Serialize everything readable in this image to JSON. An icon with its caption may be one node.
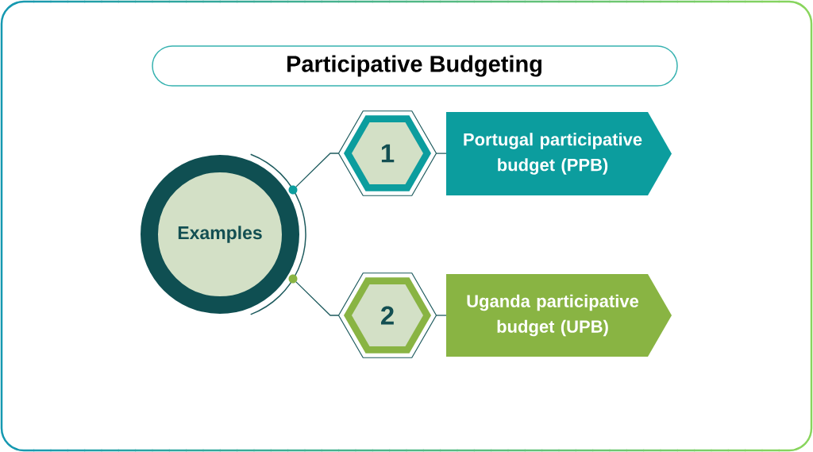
{
  "diagram": {
    "title": "Participative Budgeting",
    "nodes": [
      {
        "text": [
          "Examples"
        ]
      },
      {
        "text": [
          "1"
        ]
      },
      {
        "text": [
          "Portugal participative budget (PPB)"
        ]
      },
      {
        "text": [
          "2"
        ]
      },
      {
        "text": [
          "Uganda participative budget (UPB)"
        ]
      }
    ],
    "edges": [
      {
        "from": 0,
        "to": 1,
        "arrow": "none"
      },
      {
        "from": 1,
        "to": 2,
        "arrow": "none"
      },
      {
        "from": 0,
        "to": 3,
        "arrow": "none"
      },
      {
        "from": 3,
        "to": 4,
        "arrow": "none"
      }
    ]
  }
}
